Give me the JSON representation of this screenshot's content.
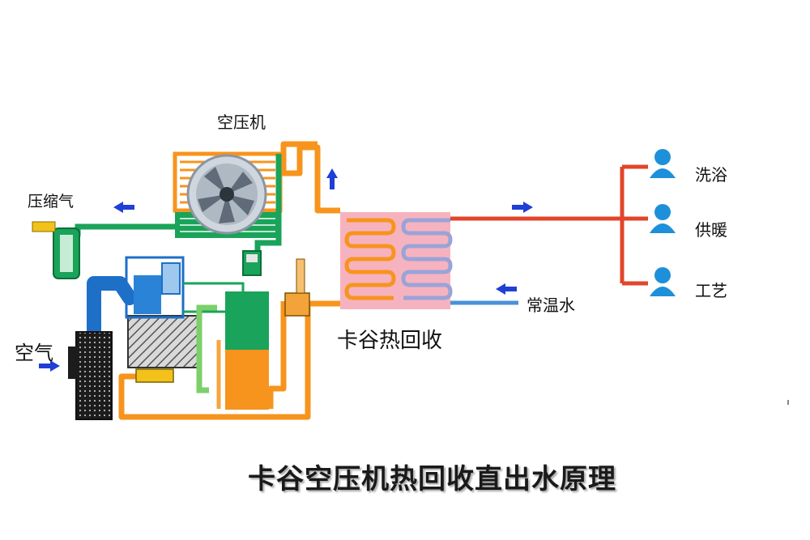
{
  "labels": {
    "compressor": "空压机",
    "compressed_air": "压缩气",
    "air": "空气",
    "heat_exchanger": "卡谷热回收",
    "normal_water": "常温水",
    "use_1": "洗浴",
    "use_2": "供暖",
    "use_3": "工艺",
    "title": "卡谷空压机热回收直出水原理"
  },
  "colors": {
    "oil_line": "#f7941d",
    "hot_water": "#e2452a",
    "cold_water": "#4a90d9",
    "air_pipe": "#1e6fc8",
    "compressed_air_pipe": "#1aa35a",
    "exchanger_body": "#f6b3bf",
    "arrow": "#1f3fd6",
    "person_icon": "#1e90d9"
  },
  "icons": [
    "fan-icon",
    "person-icon",
    "flow-arrow-icon",
    "air-filter-icon",
    "separator-tank-icon"
  ]
}
